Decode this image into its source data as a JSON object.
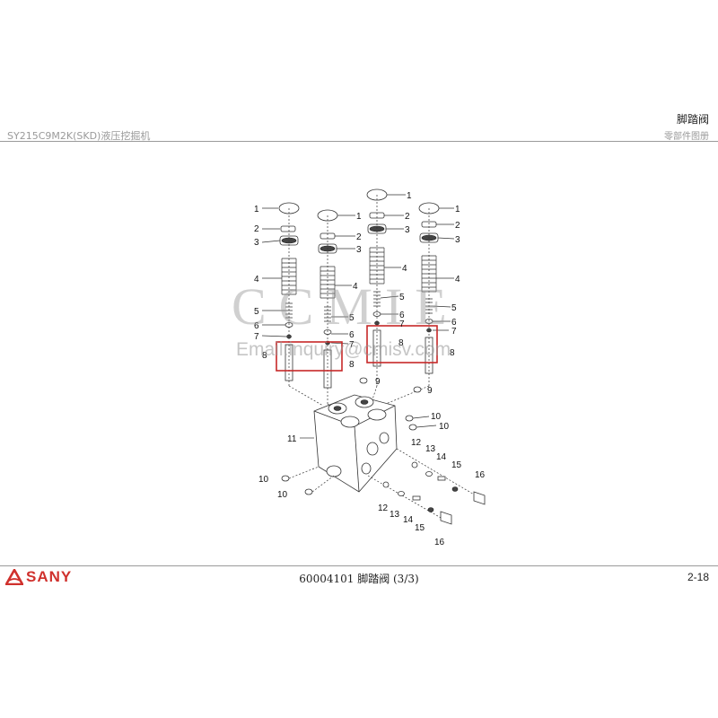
{
  "header": {
    "model": "SY215C9M2K(SKD)液压挖掘机",
    "section_title": "脚踏阀",
    "catalog_label": "零部件图册"
  },
  "watermark": {
    "brand": "CCMIE",
    "email": "Email:inquiry@cmisv.com"
  },
  "diagram": {
    "callouts": {
      "c1a": "1",
      "c1b": "1",
      "c1c": "1",
      "c1d": "1",
      "c2a": "2",
      "c2b": "2",
      "c2c": "2",
      "c2d": "2",
      "c3a": "3",
      "c3b": "3",
      "c3c": "3",
      "c3d": "3",
      "c4a": "4",
      "c4b": "4",
      "c4c": "4",
      "c4d": "4",
      "c5a": "5",
      "c5b": "5",
      "c5c": "5",
      "c5d": "5",
      "c6a": "6",
      "c6b": "6",
      "c6c": "6",
      "c6d": "6",
      "c7a": "7",
      "c7b": "7",
      "c7c": "7",
      "c7d": "7",
      "c8a": "8",
      "c8b": "8",
      "c8c": "8",
      "c8d": "8",
      "c9a": "9",
      "c9b": "9",
      "c10a": "10",
      "c10b": "10",
      "c10c": "10",
      "c10d": "10",
      "c11": "11",
      "c12a": "12",
      "c12b": "12",
      "c13a": "13",
      "c13b": "13",
      "c14a": "14",
      "c14b": "14",
      "c15a": "15",
      "c15b": "15",
      "c16a": "16",
      "c16b": "16"
    }
  },
  "footer": {
    "logo_text": "SANY",
    "doc_ref": "60004101  脚踏阀 (3/3)",
    "page_number": "2-18"
  },
  "colors": {
    "brand_red": "#d0312d",
    "highlight_red": "#c62828",
    "rule_gray": "#9a9a9a"
  }
}
